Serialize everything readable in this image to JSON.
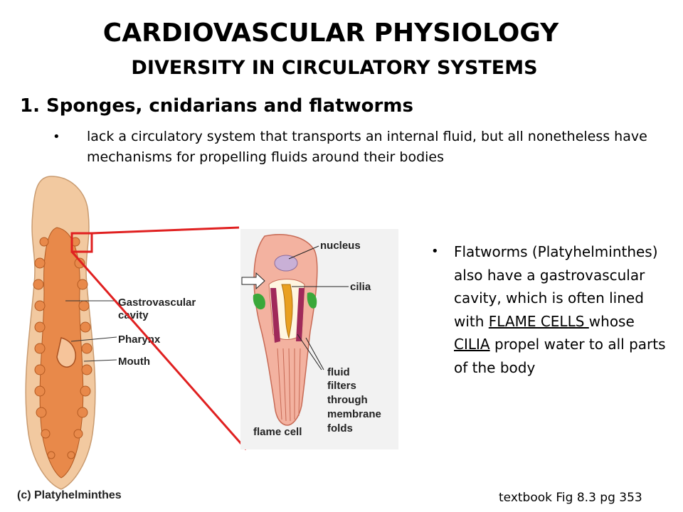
{
  "slide": {
    "title": "CARDIOVASCULAR PHYSIOLOGY",
    "subtitle": "DIVERSITY IN CIRCULATORY SYSTEMS",
    "heading": "1. Sponges, cnidarians and flatworms",
    "bullet1": "lack a circulatory system that transports an internal fluid, but all nonetheless have mechanisms for propelling fluids around their bodies",
    "bullet2": {
      "part1": "Flatworms (Platyhelminthes) also have a gastrovascular cavity, which is often lined with ",
      "flame_cells": "FLAME CELLS ",
      "part2": "whose ",
      "cilia": "CILIA",
      "part3": " propel water to all parts of the body"
    },
    "caption": "textbook  Fig 8.3 pg 353",
    "bullet_glyph": "•"
  },
  "figure": {
    "panel_label": "(c)  Platyhelminthes",
    "worm_labels": {
      "gastro1": "Gastrovascular",
      "gastro2": "cavity",
      "pharynx": "Pharynx",
      "mouth": "Mouth"
    },
    "cell_labels": {
      "nucleus": "nucleus",
      "cilia": "cilia",
      "fluid1": "fluid",
      "fluid2": "filters",
      "fluid3": "through",
      "fluid4": "membrane",
      "fluid5": "folds",
      "flame_cell": "flame cell"
    },
    "colors": {
      "worm_outer": "#f2c9a0",
      "worm_body": "#e8894a",
      "highlight_box": "#e02020",
      "cilia_purple": "#a02a5a",
      "cell_green": "#3aa83a"
    }
  }
}
